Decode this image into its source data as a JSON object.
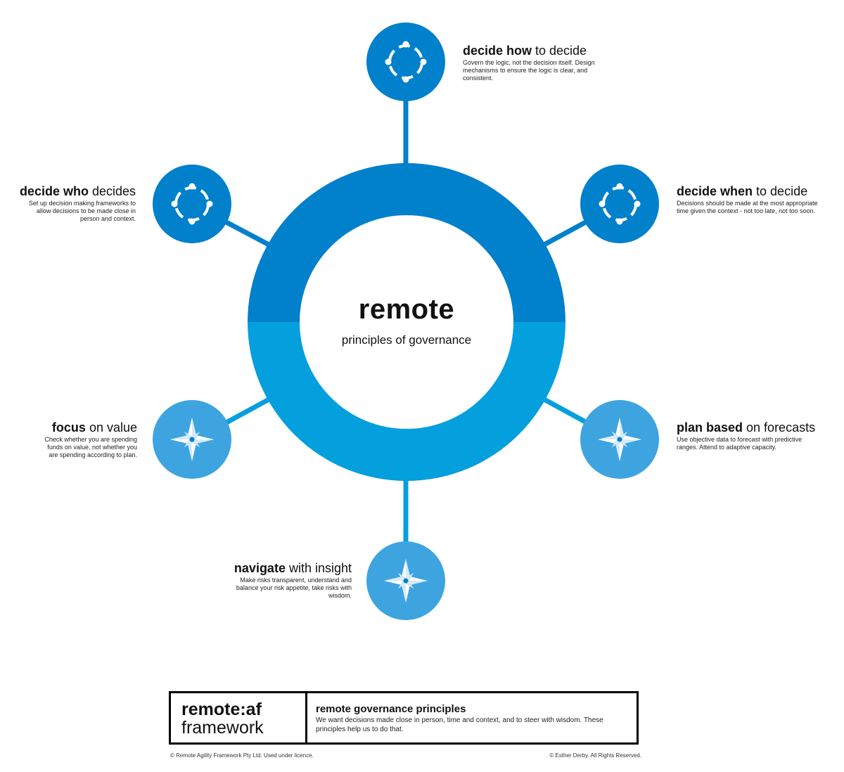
{
  "center": {
    "title": "remote",
    "subtitle": "principles of governance"
  },
  "colors": {
    "dark_blue": "#0180cb",
    "light_blue": "#049fdd",
    "node_blue": "#3ea4e0"
  },
  "nodes": [
    {
      "id": "how",
      "bold": "decide how",
      "rest": " to decide",
      "desc": "Govern the logic, not the decision itself. Design mechanisms to ensure the logic is clear, and consistent.",
      "icon": "dotted-circle-icon"
    },
    {
      "id": "who",
      "bold": "decide who",
      "rest": " decides",
      "desc": "Set up decision making frameworks to allow decisions to be made close in person and context.",
      "icon": "dotted-circle-icon"
    },
    {
      "id": "when",
      "bold": "decide when",
      "rest": " to decide",
      "desc": "Decisions should be made at the most appropriate time given the context - not too late, not too soon.",
      "icon": "dotted-circle-icon"
    },
    {
      "id": "focus",
      "bold": "focus",
      "rest": " on value",
      "desc": "Check whether you are spending funds on value, not whether you are spending according to plan.",
      "icon": "compass-star-icon"
    },
    {
      "id": "plan",
      "bold": "plan based",
      "rest": " on forecasts",
      "desc": "Use objective data to forecast with predictive ranges. Attend to adaptive capacity.",
      "icon": "compass-star-icon"
    },
    {
      "id": "navigate",
      "bold": "navigate",
      "rest": " with insight",
      "desc": "Make risks transparent, understand and balance your risk appetite, take risks with wisdom.",
      "icon": "compass-star-icon"
    }
  ],
  "footer": {
    "brand_bold": "remote:af",
    "brand_light": "framework",
    "title": "remote governance principles",
    "desc": "We want decisions made close in person, time and context, and to steer with wisdom. These principles help us to do that.",
    "copyright_left": "© Remote Agility Framework Pty Ltd. Used under licence.",
    "copyright_right": "© Esther Derby. All Rights Reserved."
  }
}
